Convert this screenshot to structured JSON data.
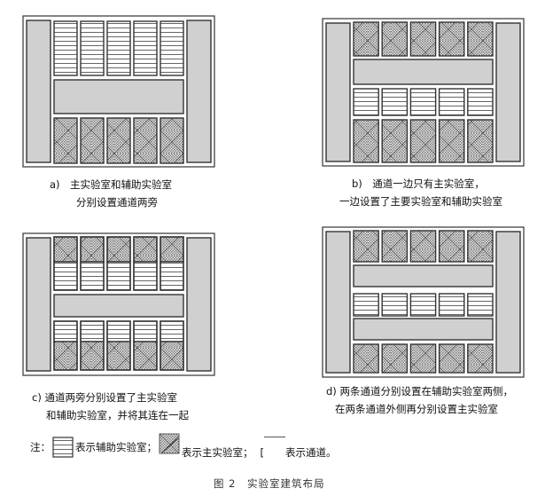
{
  "panels": [
    {
      "id": "a",
      "caption": [
        "a)　主实验室和辅助实验室",
        "分别设置通道两旁"
      ]
    },
    {
      "id": "b",
      "caption": [
        "b)　通道一边只有主实验室，",
        "一边设置了主要实验室和辅助实验室"
      ]
    },
    {
      "id": "c",
      "caption": [
        "c)  通道两旁分别设置了主实验室",
        "和辅助实验室，并将其连在一起"
      ]
    },
    {
      "id": "d",
      "caption": [
        "d)  两条通道分别设置在辅助实验室两侧，",
        "在两条通道外侧再分别设置主实验室"
      ]
    }
  ],
  "legend": {
    "prefix": "注：",
    "aux": "表示辅助实验室；",
    "main": "表示主实验室；",
    "corridor_bracket": "[",
    "corridor": "表示通道。"
  },
  "figure_caption": "图 2　实验室建筑布局",
  "colors": {
    "corridor": "#d0d0d0",
    "line": "#333333"
  }
}
